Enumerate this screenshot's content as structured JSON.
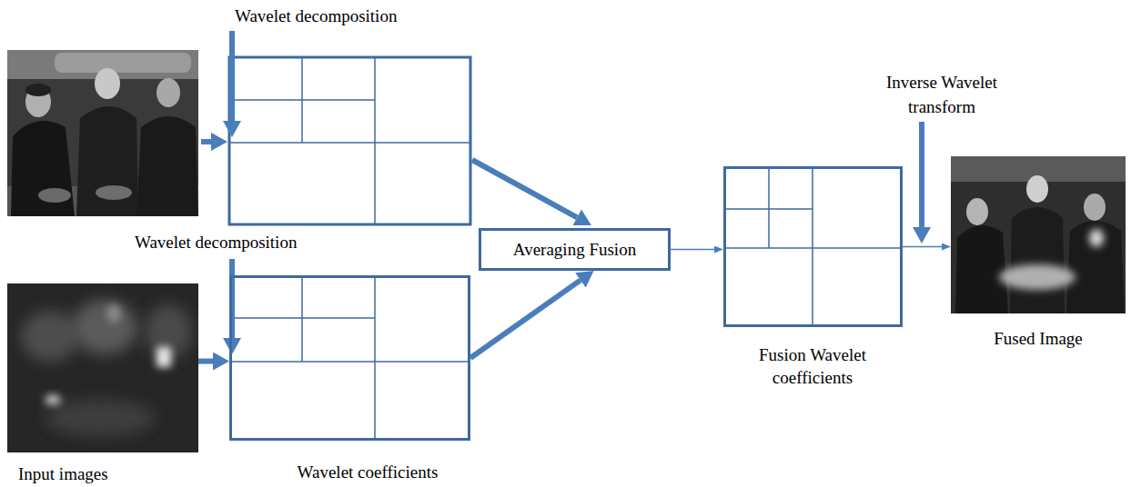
{
  "diagram": {
    "nodes": [
      {
        "text": [
          "Input images"
        ]
      },
      {
        "text": [
          "Wavelet coefficients"
        ]
      },
      {
        "text": [
          "Averaging Fusion"
        ]
      },
      {
        "text": [
          "Fusion Wavelet coefficients"
        ]
      },
      {
        "text": [
          "Fused Image"
        ]
      }
    ],
    "edges": [
      {
        "from": 0,
        "to": 1,
        "arrow": "to"
      },
      {
        "from": 1,
        "to": 2,
        "arrow": "to"
      },
      {
        "from": 2,
        "to": 3,
        "arrow": "to"
      },
      {
        "from": 3,
        "to": 4,
        "arrow": "to"
      }
    ],
    "labels": [
      "Wavelet decomposition",
      "Wavelet decomposition",
      "Inverse Wavelet transform"
    ]
  }
}
